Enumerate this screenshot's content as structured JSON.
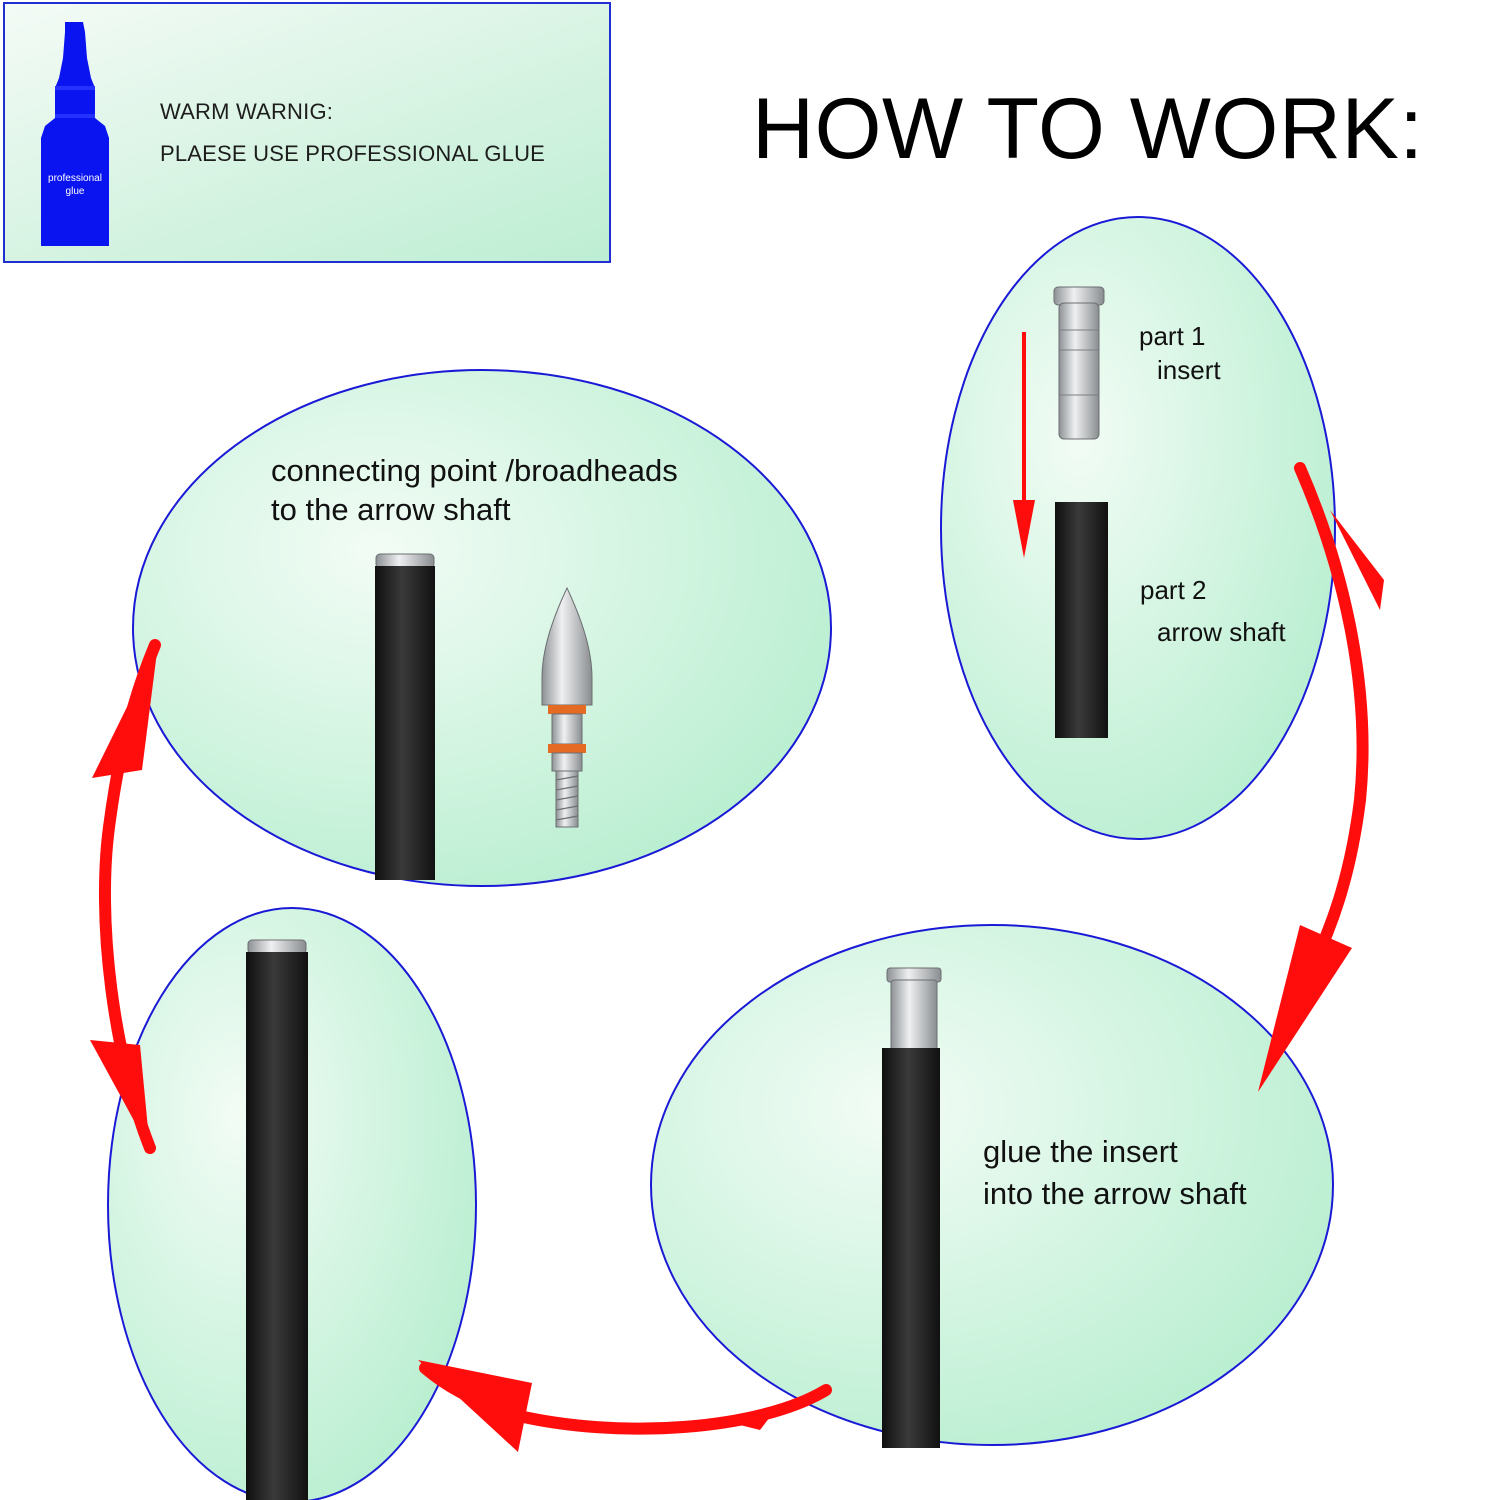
{
  "warning": {
    "title": "WARM WARNIG:",
    "message": "PLAESE USE PROFESSIONAL GLUE",
    "bottle_label_1": "professional",
    "bottle_label_2": "glue"
  },
  "heading": "HOW TO WORK:",
  "steps": [
    {
      "part1_title": "part 1",
      "part1_name": "insert",
      "part2_title": "part 2",
      "part2_name": "arrow shaft"
    },
    {
      "line1": "glue the insert",
      "line2": "into the arrow shaft"
    },
    {},
    {
      "line1": "connecting point /broadheads",
      "line2": "to the arrow shaft"
    }
  ],
  "colors": {
    "bubble_border": "#1a1ad6",
    "bubble_fill_light": "#f2fcf5",
    "bubble_fill_dark": "#b3edcd",
    "arrow_red": "#ff0d0d",
    "bottle_blue": "#0a14f0",
    "shaft_black": "#1b1b1b",
    "metal": "#b9bcbe"
  },
  "icons": [
    "glue-bottle-icon",
    "insert-icon",
    "arrow-shaft-icon",
    "field-point-icon",
    "down-arrow-icon",
    "cycle-arrow-icon"
  ]
}
